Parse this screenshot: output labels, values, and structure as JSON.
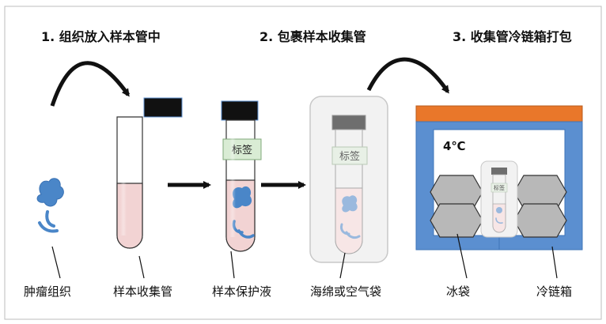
{
  "steps": {
    "step1": "1. 组织放入样本管中",
    "step2": "2. 包裹样本收集管",
    "step3": "3. 收集管冷链箱打包"
  },
  "labels": {
    "tumor": "肿瘤组织",
    "tube": "样本收集管",
    "preservative": "样本保护液",
    "bag": "海绵或空气袋",
    "icepack": "冰袋",
    "coldbox": "冷链箱"
  },
  "tags": {
    "label_main": "标签",
    "label_bag": "标签",
    "label_box": "标签"
  },
  "temperature": "4℃",
  "colors": {
    "cap": "#111111",
    "tissue": "#4a86c8",
    "liquid": "#f2d3d3",
    "label_fill": "#d9ecd4",
    "box_frame": "#5b8fd0",
    "box_lid": "#e9772a",
    "icepack": "#b8b8b8"
  },
  "icons": [
    "curved-arrow-icon",
    "right-arrow-icon",
    "ice-pack-icon",
    "tissue-icon"
  ]
}
